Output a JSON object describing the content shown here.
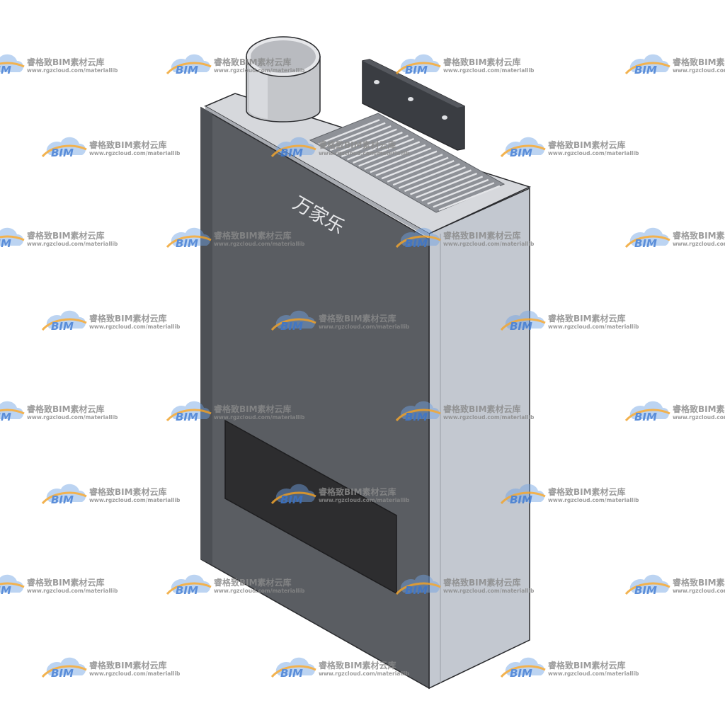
{
  "product": {
    "name": "gas-water-heater",
    "brand_mark": "万家乐",
    "colors": {
      "front_panel": "#5a5d62",
      "side_panel": "#c3c8d0",
      "top_panel": "#d6d8dc",
      "display_window": "#2d2d2f",
      "flue_pipe": "#c4c6ca",
      "mounting_bracket": "#3a3d42",
      "outline": "#2a2b2e"
    }
  },
  "watermark": {
    "logo_text": "BIM",
    "title": "睿格致BIM素材云库",
    "url": "www.rgzcloud.com/materiallib",
    "colors": {
      "cloud_blue": "#3f7bd3",
      "cloud_light": "#6fa2e3",
      "swoosh_orange": "#f0a531",
      "text_gray": "#8a8a8a"
    }
  }
}
